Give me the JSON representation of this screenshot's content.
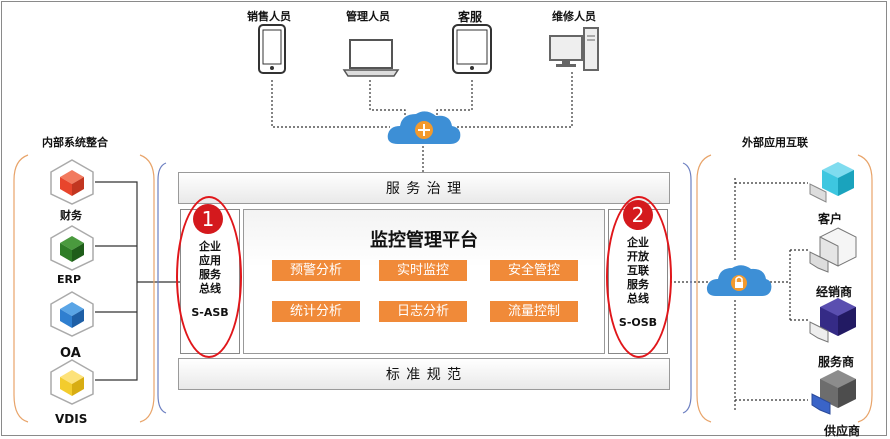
{
  "users": {
    "sales": "销售人员",
    "admin": "管理人员",
    "service": "客服",
    "repair": "维修人员"
  },
  "left_section": {
    "title": "内部系统整合",
    "items": [
      "财务",
      "ERP",
      "OA",
      "VDIS"
    ]
  },
  "right_section": {
    "title": "外部应用互联",
    "items": [
      "客户",
      "经销商",
      "服务商",
      "供应商"
    ]
  },
  "service_governance": "服 务 治 理",
  "standards": "标 准 规 范",
  "asb": {
    "badge": "1",
    "lines": [
      "企业",
      "应用",
      "服务",
      "总线"
    ],
    "code": "S-ASB"
  },
  "osb": {
    "badge": "2",
    "lines": [
      "企业",
      "开放",
      "互联",
      "服务",
      "总线"
    ],
    "code": "S-OSB"
  },
  "platform": {
    "title": "监控管理平台",
    "functions": [
      "预警分析",
      "实时监控",
      "安全管控",
      "统计分析",
      "日志分析",
      "流量控制"
    ]
  },
  "colors": {
    "function_button": "#f08a39",
    "highlight_oval": "#e0161a",
    "cloud": "#3d8fd6",
    "finance_cube": "#e8452c",
    "erp_cube": "#2f7d27",
    "oa_cube": "#2f7fd0",
    "vdis_cube": "#f3cc2d",
    "customer_cube": "#3ec7e0",
    "distributor_cube": "#e5e5e5",
    "provider_cube": "#352b86",
    "supplier_cube": "#6d6d6d"
  },
  "icons": [
    "phone-icon",
    "laptop-icon",
    "tablet-icon",
    "desktop-icon",
    "cloud-hub-icon",
    "cloud-lock-icon",
    "cube-icon"
  ]
}
